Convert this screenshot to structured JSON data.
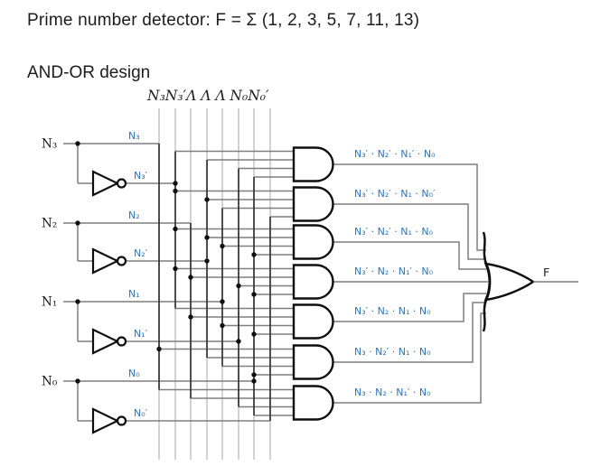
{
  "title": "Prime number detector: F = Σ (1, 2, 3, 5, 7, 11, 13)",
  "design_label": "AND-OR design",
  "bus_header": "N₃N₃′Λ Λ Λ N₀N₀′",
  "colors": {
    "wire_label_blue": "#2E74B5",
    "bus_line_gray": "#a6a6a6",
    "wire_gray": "#7e7e7e",
    "active_wire_dark": "#3a3a3a",
    "ink": "#0f0f0f",
    "background": "#ffffff"
  },
  "circuit": {
    "inputs": [
      {
        "label": "N₃",
        "wire_label": "N₃",
        "inverted_wire_label": "N₃′"
      },
      {
        "label": "N₂",
        "wire_label": "N₂",
        "inverted_wire_label": "N₂′"
      },
      {
        "label": "N₁",
        "wire_label": "N₁",
        "inverted_wire_label": "N₁′"
      },
      {
        "label": "N₀",
        "wire_label": "N₀",
        "inverted_wire_label": "N₀′"
      }
    ],
    "bus_columns": [
      "N₃",
      "N₃′",
      "N₂",
      "N₂′",
      "N₁",
      "N₁′",
      "N₀",
      "N₀′"
    ],
    "and_gates": [
      {
        "product": "N₃′ · N₂′ · N₁′ · N₀",
        "bus_inputs": [
          1,
          3,
          5,
          6
        ]
      },
      {
        "product": "N₃′ · N₂′ · N₁ · N₀′",
        "bus_inputs": [
          1,
          3,
          4,
          7
        ]
      },
      {
        "product": "N₃′ · N₂′ · N₁ · N₀",
        "bus_inputs": [
          1,
          3,
          4,
          6
        ]
      },
      {
        "product": "N₃′ · N₂ · N₁′ · N₀",
        "bus_inputs": [
          1,
          2,
          5,
          6
        ]
      },
      {
        "product": "N₃′ · N₂ · N₁ · N₀",
        "bus_inputs": [
          1,
          2,
          4,
          6
        ]
      },
      {
        "product": "N₃ · N₂′ · N₁ · N₀",
        "bus_inputs": [
          0,
          3,
          4,
          6
        ]
      },
      {
        "product": "N₃ · N₂ · N₁′ · N₀",
        "bus_inputs": [
          0,
          2,
          5,
          6
        ]
      }
    ],
    "output": {
      "label": "F"
    }
  }
}
